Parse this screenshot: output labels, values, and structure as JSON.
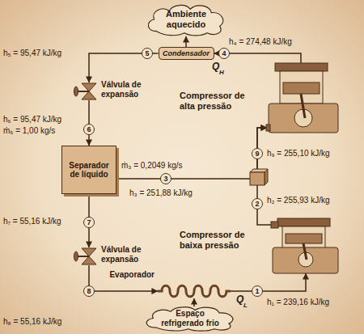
{
  "diagram": {
    "nodes": [
      {
        "text": [
          "Ambiente aquecido"
        ]
      },
      {
        "text": [
          "Condensador"
        ]
      },
      {
        "text": [
          "Válvula de expansão"
        ]
      },
      {
        "text": [
          "Compressor de alta pressão"
        ]
      },
      {
        "text": [
          "Separador de líquido"
        ]
      },
      {
        "text": [
          "Compressor de baixa pressão"
        ]
      },
      {
        "text": [
          "Válvula de expansão"
        ]
      },
      {
        "text": [
          "Evaporador"
        ]
      },
      {
        "text": [
          "Espaço refrigerado frio"
        ]
      }
    ],
    "edges": [
      {
        "from": 1,
        "to": 0,
        "arrow": "to"
      },
      {
        "from": 3,
        "to": 1,
        "arrow": "to"
      },
      {
        "from": 1,
        "to": 2,
        "arrow": "to"
      },
      {
        "from": 2,
        "to": 4,
        "arrow": "to"
      },
      {
        "from": 4,
        "to": 3,
        "arrow": "to"
      },
      {
        "from": 4,
        "to": 6,
        "arrow": "to"
      },
      {
        "from": 6,
        "to": 7,
        "arrow": "to"
      },
      {
        "from": 7,
        "to": 5,
        "arrow": "to"
      },
      {
        "from": 5,
        "to": 3,
        "arrow": "to"
      },
      {
        "from": 8,
        "to": 7,
        "arrow": "to"
      }
    ],
    "labels": [
      "Q",
      "H",
      "h₅ = 95,47 kJ/kg",
      "5",
      "4",
      "h₄ = 274,48 kJ/kg",
      "h₆ = 95,47 kJ/kg",
      "ṁ₆ = 1,00 kg/s",
      "6",
      "ṁ₃ = 0,2049 kg/s",
      "9",
      "h₉ = 255,10 kJ/kg",
      "3",
      "h₃ = 251,88 kJ/kg",
      "2",
      "h₂ = 255,93 kJ/kg",
      "h₇ = 55,16 kJ/kg",
      "7",
      "8",
      "h₈ = 55,16 kJ/kg",
      "Q",
      "L",
      "1",
      "h₁ = 239,16 kJ/kg"
    ]
  }
}
